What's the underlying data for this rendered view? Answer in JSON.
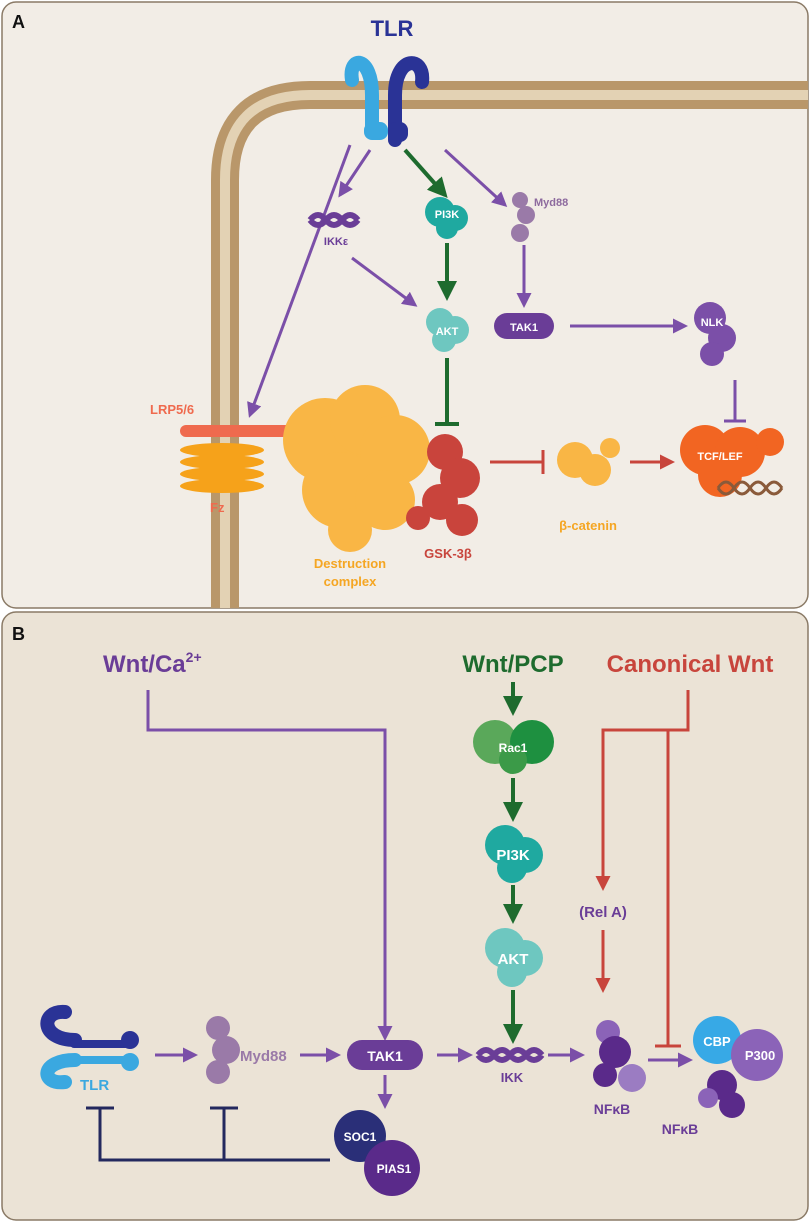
{
  "panel_a": {
    "letter": "A",
    "tlr": "TLR",
    "ikke": "IKKε",
    "pi3k": "PI3K",
    "myd88": "Myd88",
    "akt": "AKT",
    "tak1": "TAK1",
    "nlk": "NLK",
    "lrp": "LRP5/6",
    "fz": "Fz",
    "destruction_1": "Destruction",
    "destruction_2": "complex",
    "gsk": "GSK-3β",
    "bcatenin": "β-catenin",
    "tcf": "TCF/LEF"
  },
  "panel_b": {
    "letter": "B",
    "wnt_ca": "Wnt/Ca",
    "wnt_ca_sup": "2+",
    "wnt_pcp": "Wnt/PCP",
    "canonical": "Canonical Wnt",
    "rac1": "Rac1",
    "pi3k": "PI3K",
    "akt": "AKT",
    "rela": "(Rel A)",
    "tlr": "TLR",
    "myd88": "Myd88",
    "tak1": "TAK1",
    "ikk": "IKK",
    "nfkb": "NFκB",
    "nfkb2": "NFκB",
    "cbp": "CBP",
    "p300": "P300",
    "soc1": "SOC1",
    "pias1": "PIAS1"
  },
  "colors": {
    "purple": "#7b4fa8",
    "green": "#1e6b2e",
    "red": "#c8453c",
    "navy": "#23285e",
    "membrane": "#c9ab7c",
    "bg_a": "#f2ede6",
    "bg_b": "#ebe3d6",
    "orange": "#f9a53a",
    "teal": "#3bb5ad"
  }
}
